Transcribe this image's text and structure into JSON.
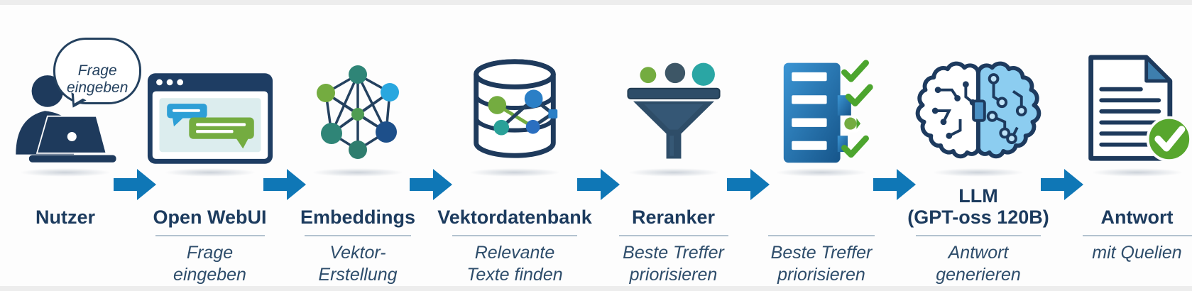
{
  "pipeline": {
    "stages": [
      {
        "icon": "user-laptop-icon",
        "title": "Nutzer",
        "subtitle": "",
        "speech_bubble": "Frage\neingeben"
      },
      {
        "icon": "browser-chat-icon",
        "title": "Open WebUI",
        "subtitle": "Frage\neingeben"
      },
      {
        "icon": "network-graph-icon",
        "title": "Embeddings",
        "subtitle": "Vektor-\nErstellung"
      },
      {
        "icon": "database-network-icon",
        "title": "Vektordatenbank",
        "subtitle": "Relevante\nTexte finden"
      },
      {
        "icon": "funnel-icon",
        "title": "Reranker",
        "subtitle": "Beste Treffer\npriorisieren"
      },
      {
        "icon": "ranked-list-check-icon",
        "title": "",
        "subtitle": "Beste Treffer\npriorisieren"
      },
      {
        "icon": "brain-circuit-icon",
        "title": "LLM\n(GPT-oss 120B)",
        "subtitle": "Antwort\ngenerieren"
      },
      {
        "icon": "document-check-icon",
        "title": "Antwort",
        "subtitle": "mit Quelien"
      }
    ],
    "colors": {
      "navy": "#1e3a5c",
      "title": "#1c3b5e",
      "subtitle": "#2e4d6b",
      "arrow_blue": "#0f77b6",
      "green": "#74ac40",
      "light_blue": "#29a7df",
      "teal": "#2aa6a4",
      "slate": "#3d5666",
      "list_blue": "#2b83c4",
      "brain_fill": "#8ccdf0",
      "check_green": "#57a62d",
      "divider": "#b3c2cf"
    }
  }
}
